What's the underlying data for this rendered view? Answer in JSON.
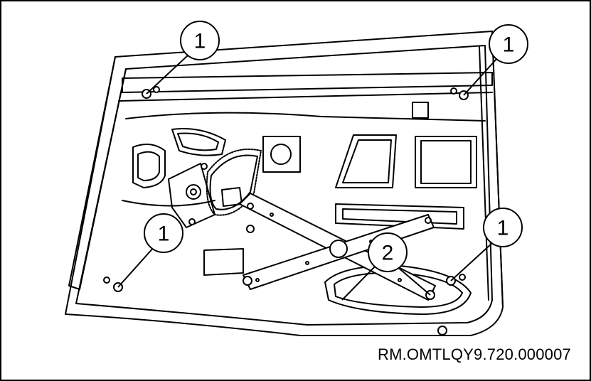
{
  "diagram": {
    "callouts": [
      {
        "label": "1"
      },
      {
        "label": "1"
      },
      {
        "label": "1"
      },
      {
        "label": "1"
      },
      {
        "label": "2"
      }
    ],
    "reference_code": "RM.OMTLQY9.720.000007"
  }
}
